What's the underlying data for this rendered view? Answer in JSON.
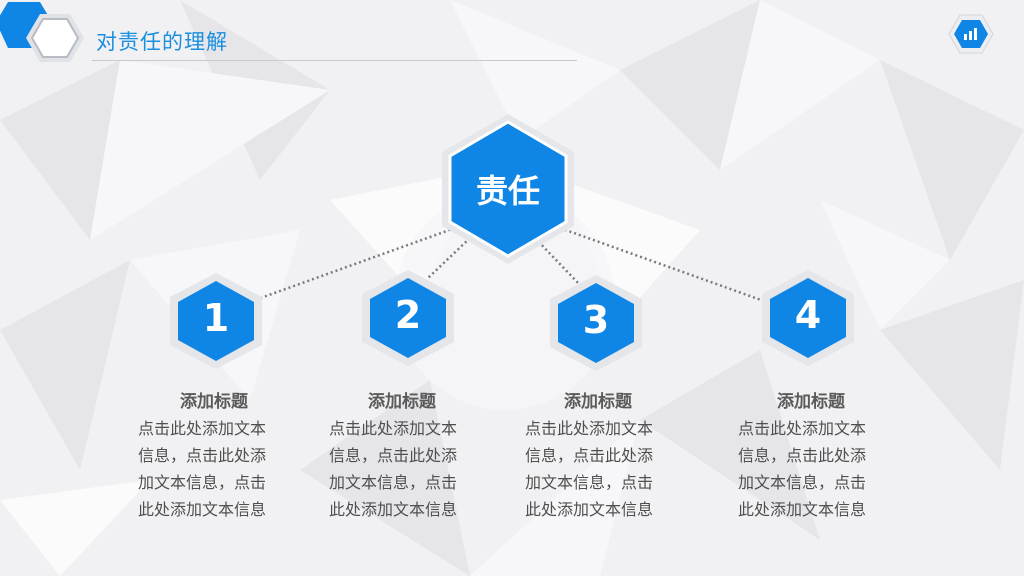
{
  "header": {
    "title": "对责任的理解",
    "logo_icon": "hexagon-logo-icon",
    "corner_icon": "bar-chart-icon"
  },
  "colors": {
    "accent": "#1a8fe0",
    "hex_blue": "#0f86e6",
    "hex_border": "#e8eaee",
    "text": "#4f4f4f",
    "connector": "#7a7a7a"
  },
  "center": {
    "label": "责任"
  },
  "items": [
    {
      "number": "1",
      "title": "添加标题",
      "text": [
        "点击此处添加文本",
        "信息，点击此处添",
        "加文本信息，点击",
        "此处添加文本信息"
      ]
    },
    {
      "number": "2",
      "title": "添加标题",
      "text": [
        "点击此处添加文本",
        "信息，点击此处添",
        "加文本信息，点击",
        "此处添加文本信息"
      ]
    },
    {
      "number": "3",
      "title": "添加标题",
      "text": [
        "点击此处添加文本",
        "信息，点击此处添",
        "加文本信息，点击",
        "此处添加文本信息"
      ]
    },
    {
      "number": "4",
      "title": "添加标题",
      "text": [
        "点击此处添加文本",
        "信息，点击此处添",
        "加文本信息，点击",
        "此处添加文本信息"
      ]
    }
  ]
}
